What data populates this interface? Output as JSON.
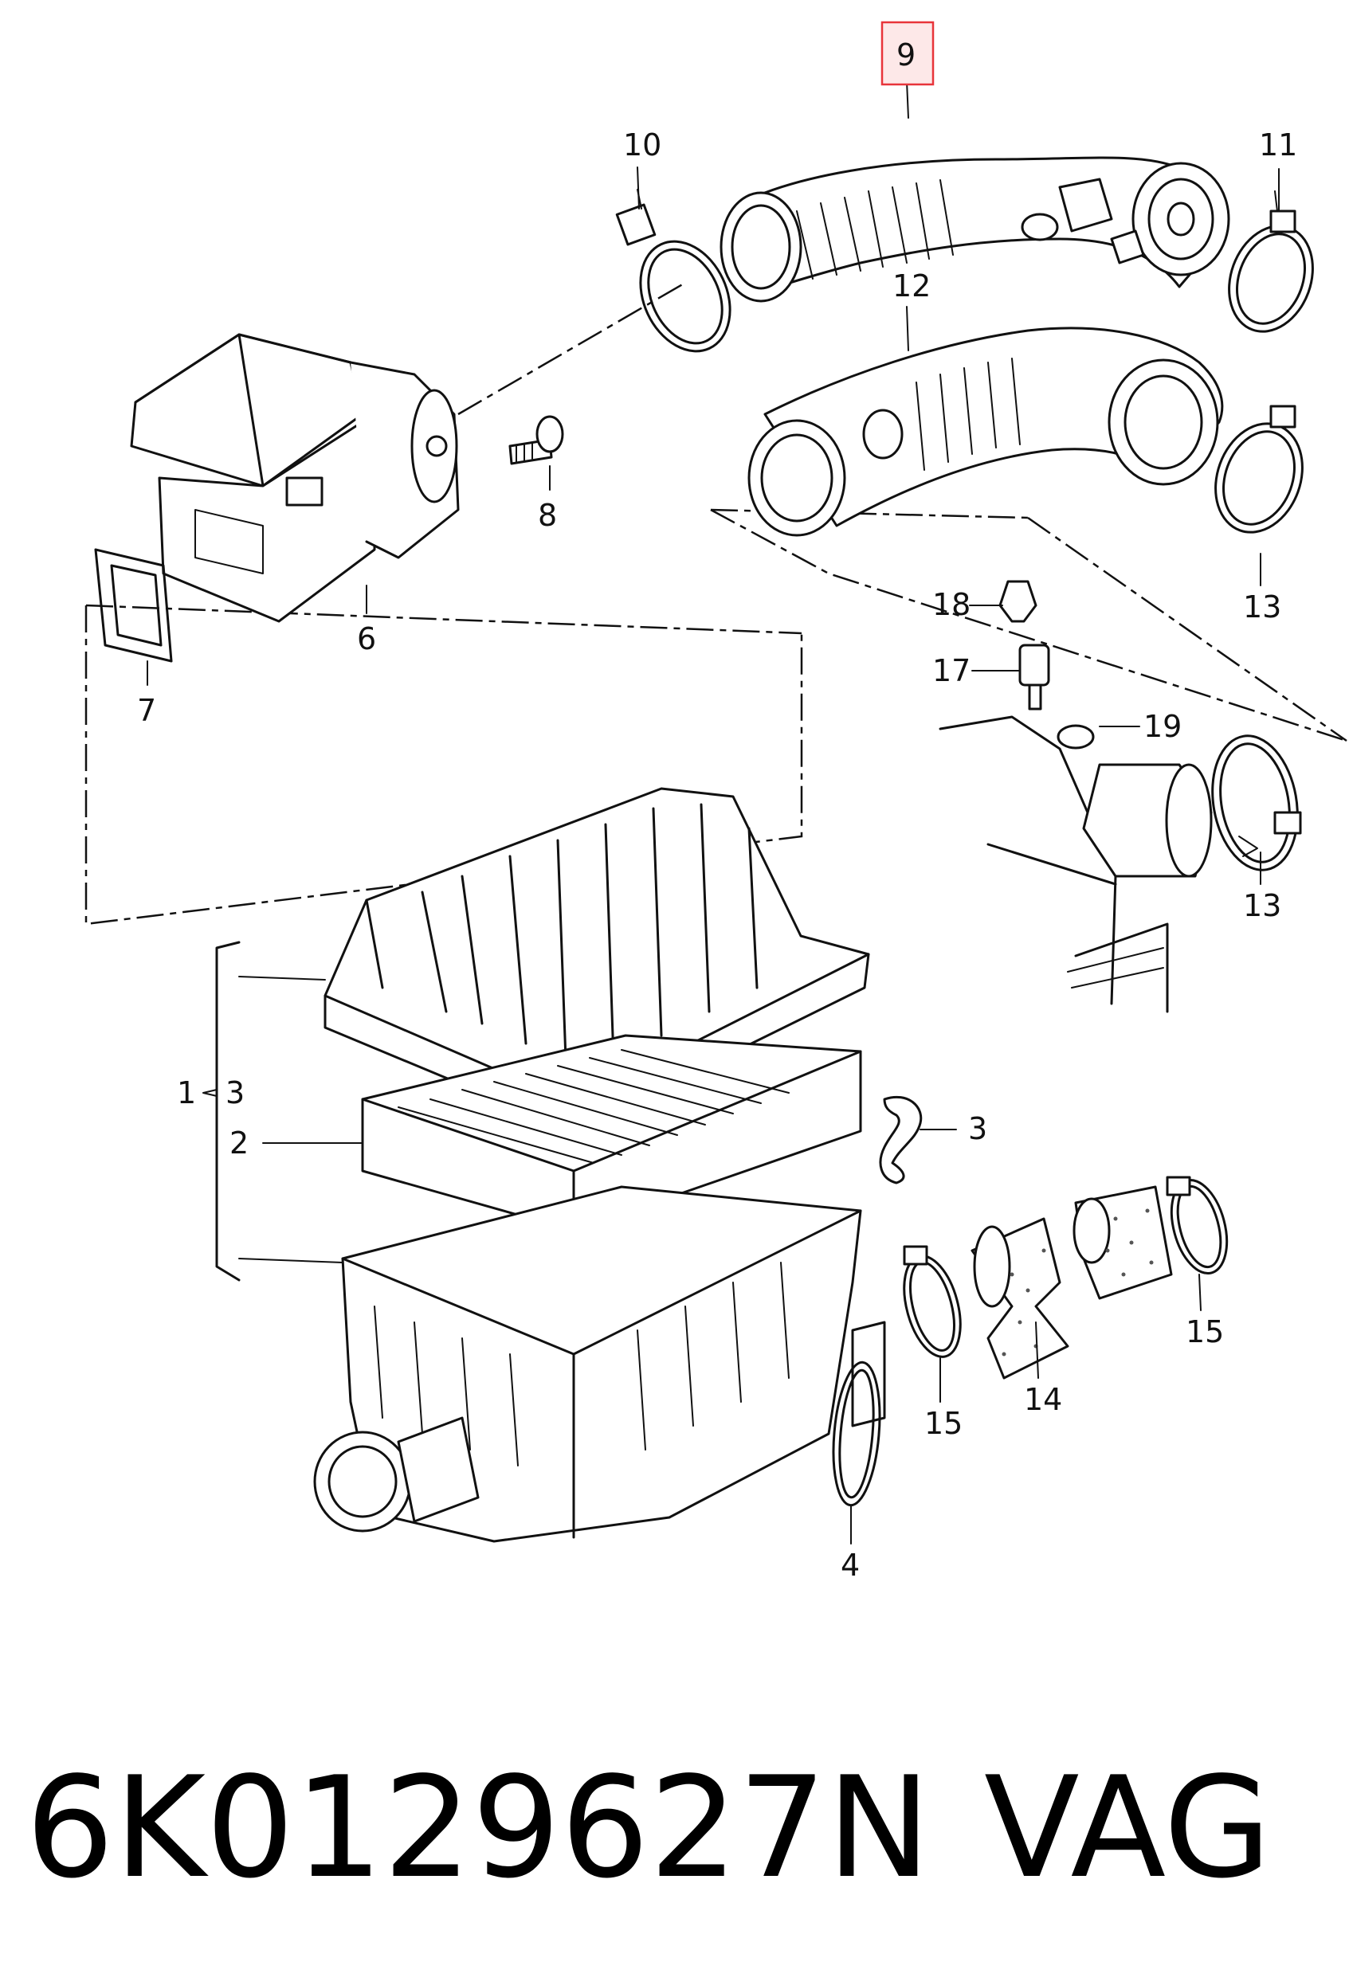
{
  "diagram": {
    "highlight_color": "#e8343a",
    "callouts": {
      "c1": "1",
      "c2": "2",
      "c3a": "3",
      "c3b": "3",
      "c4": "4",
      "c6": "6",
      "c7": "7",
      "c8": "8",
      "c9": "9",
      "c10": "10",
      "c11": "11",
      "c12": "12",
      "c13a": "13",
      "c13b": "13",
      "c14": "14",
      "c15a": "15",
      "c15b": "15",
      "c17": "17",
      "c18": "18",
      "c19": "19"
    },
    "highlighted_callout": "9"
  },
  "footer": {
    "part_number": "6K0129627N",
    "brand": "VAG"
  }
}
